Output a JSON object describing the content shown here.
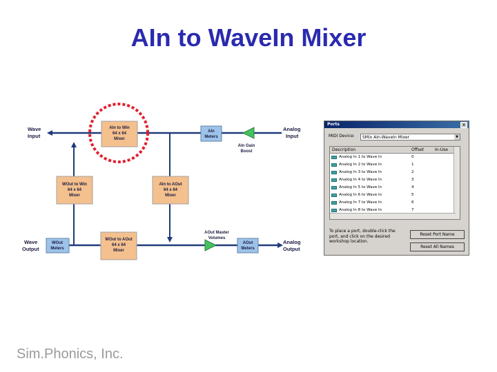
{
  "title": "AIn to WaveIn Mixer",
  "footer": "Sim.Phonics, Inc.",
  "diagram": {
    "wave_input": [
      "Wave",
      "Input"
    ],
    "wave_output": [
      "Wave",
      "Output"
    ],
    "analog_input": [
      "Analog",
      "Input"
    ],
    "analog_output": [
      "Analog",
      "Output"
    ],
    "ain_to_win": [
      "AIn to Win",
      "64 x 64",
      "Mixer"
    ],
    "ain_meters": [
      "AIn",
      "Meters"
    ],
    "ain_gain": [
      "AIn Gain",
      "Boost"
    ],
    "wout_to_win": [
      "WOut to Win",
      "64 x 64",
      "Mixer"
    ],
    "ain_to_aout": [
      "AIn to AOut",
      "64 x 64",
      "Mixer"
    ],
    "wout_meters": [
      "WOut",
      "Meters"
    ],
    "wout_to_aout": [
      "WOut to AOut",
      "64 x 64",
      "Mixer"
    ],
    "aout_master": [
      "AOut Master",
      "Volumes"
    ],
    "aout_meters": [
      "AOut",
      "Meters"
    ]
  },
  "ports_dialog": {
    "title": "Ports",
    "close": "×",
    "device_label": "MIDI Device:",
    "device_value": "SMix AIn-WaveIn Mixer",
    "columns": [
      "Description",
      "Offset",
      "In-Use"
    ],
    "rows": [
      {
        "desc": "Analog In 1 to Wave In",
        "offset": "0"
      },
      {
        "desc": "Analog In 2 to Wave In",
        "offset": "1"
      },
      {
        "desc": "Analog In 3 to Wave In",
        "offset": "2"
      },
      {
        "desc": "Analog In 4 to Wave In",
        "offset": "3"
      },
      {
        "desc": "Analog In 5 to Wave In",
        "offset": "4"
      },
      {
        "desc": "Analog In 6 to Wave In",
        "offset": "5"
      },
      {
        "desc": "Analog In 7 to Wave In",
        "offset": "6"
      },
      {
        "desc": "Analog In 8 to Wave In",
        "offset": "7"
      }
    ],
    "hint": "To place a port, double-click the port, and click on the desired workshop location.",
    "reset_port_button": "Reset Port Name",
    "reset_all_button": "Reset All Names"
  }
}
